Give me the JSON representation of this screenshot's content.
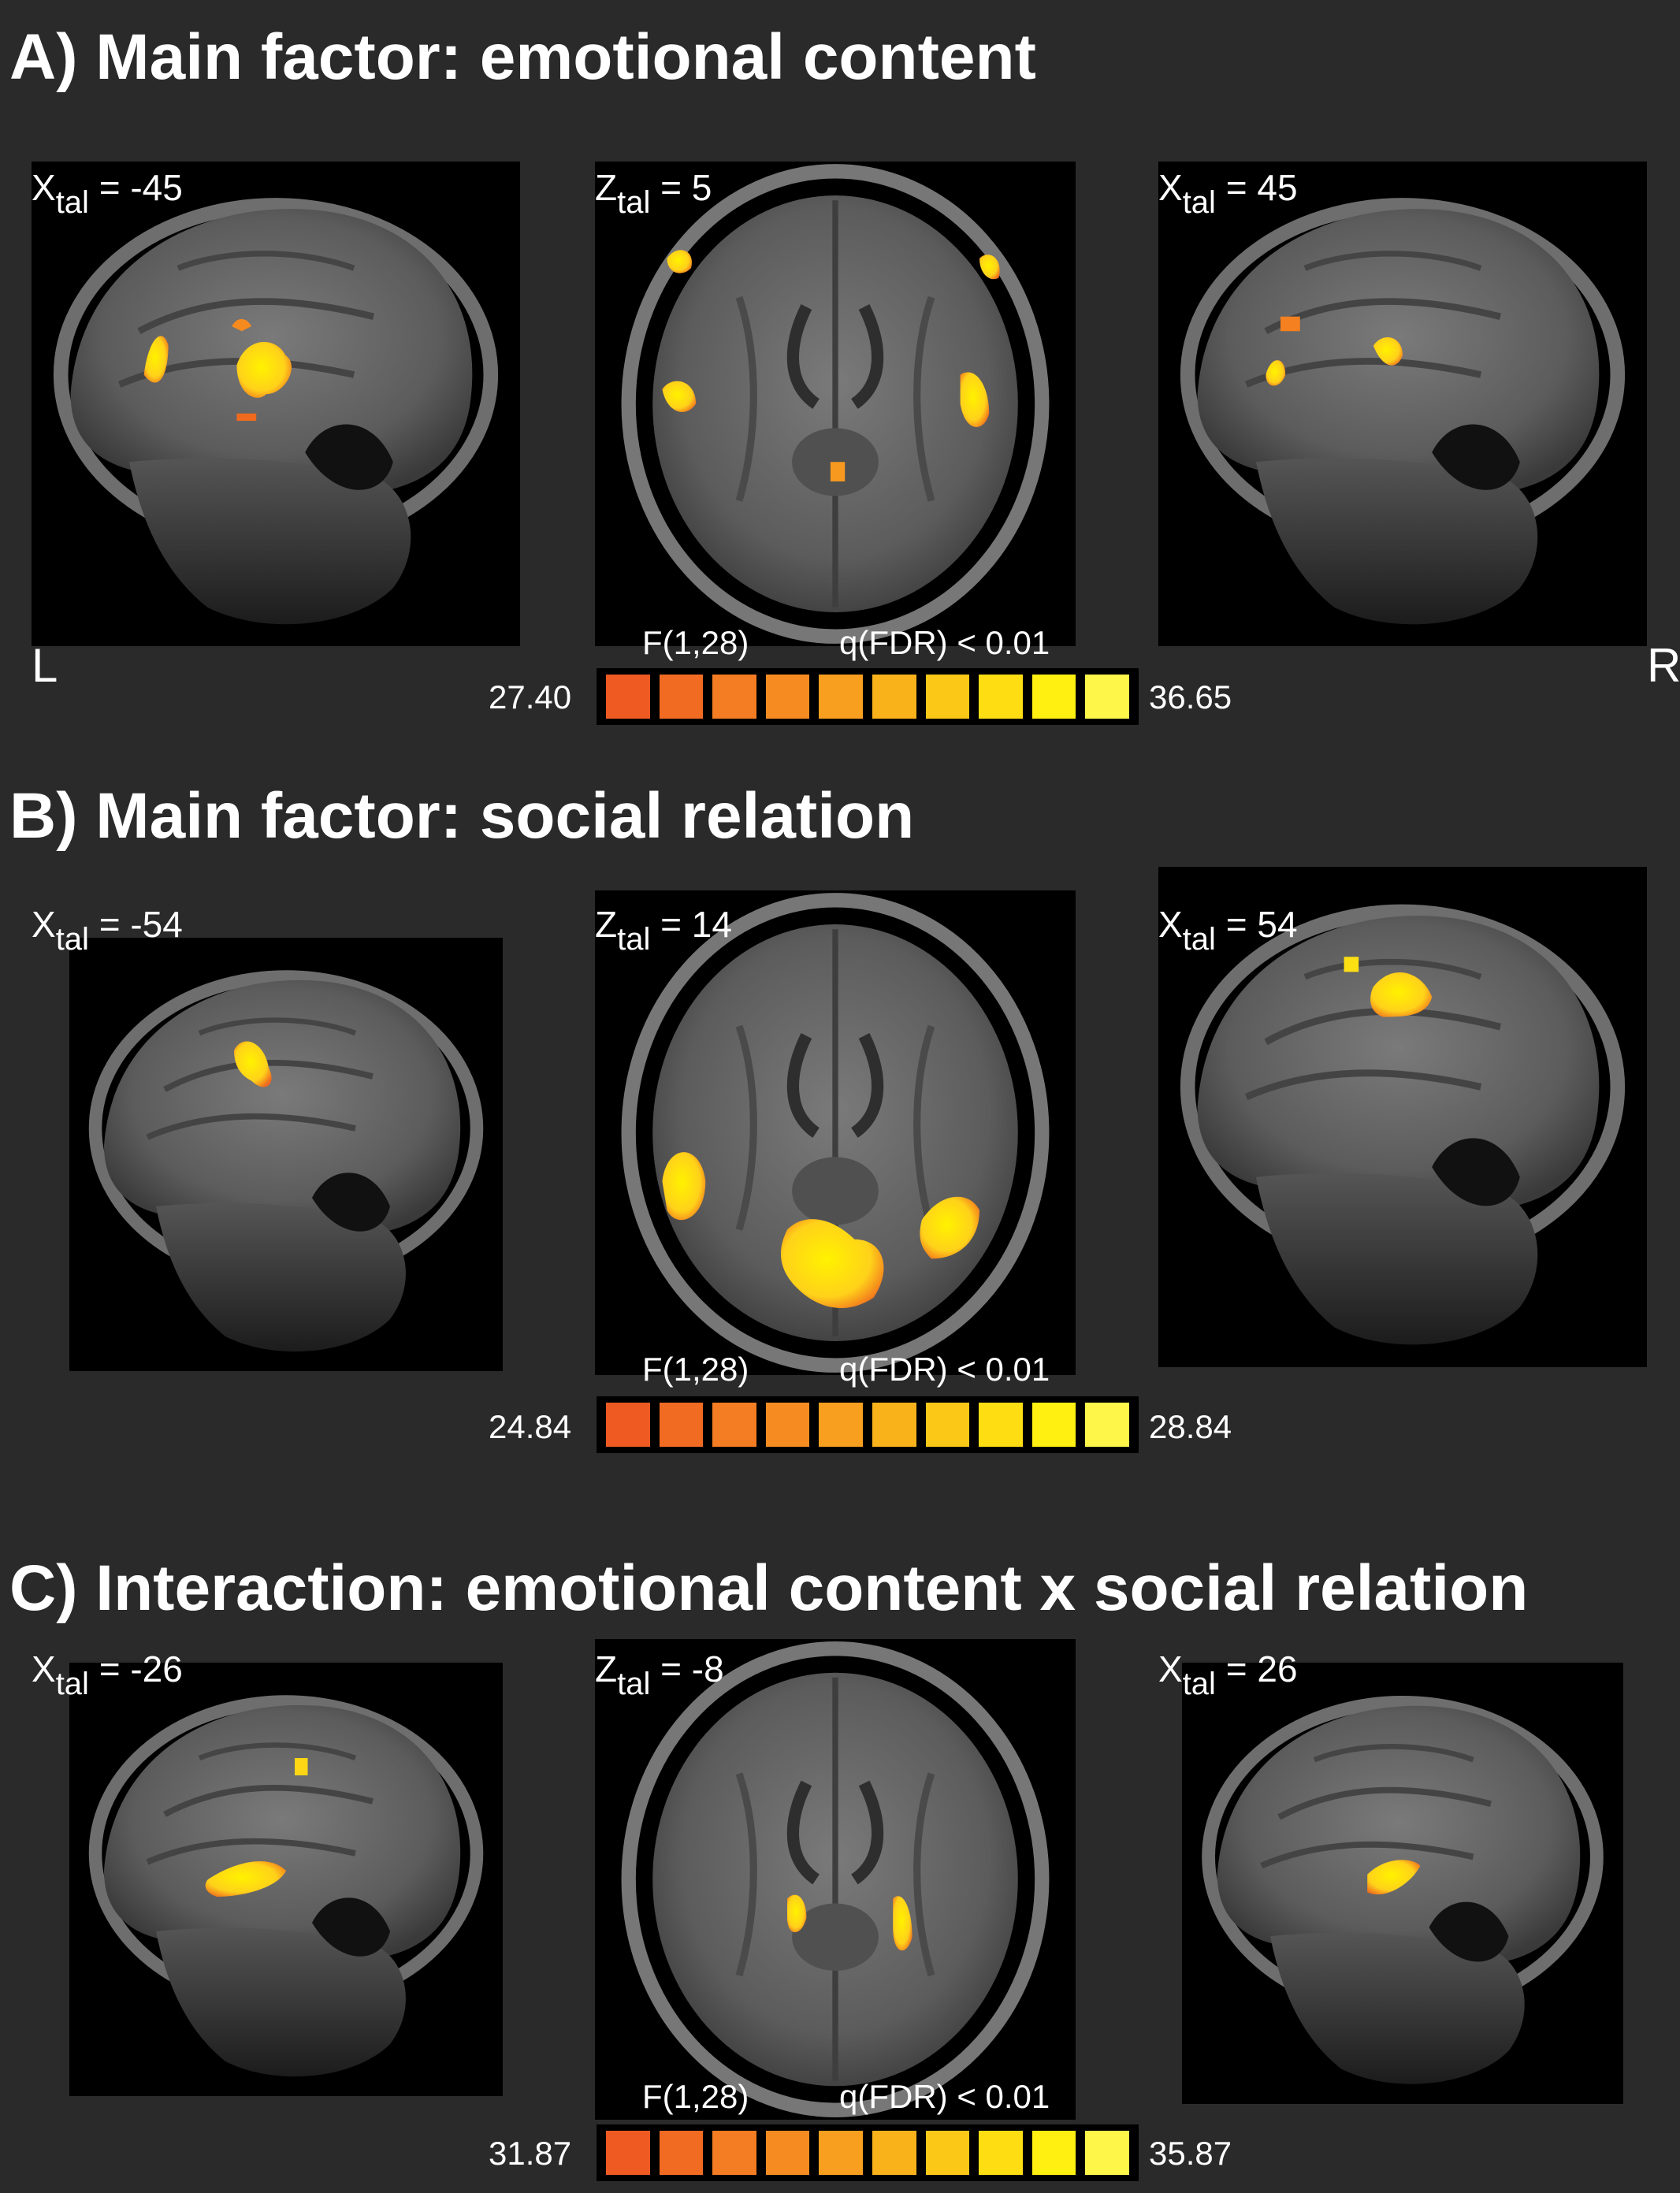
{
  "panels": [
    {
      "title": "A) Main factor: emotional content",
      "slices": [
        {
          "axis": "X",
          "sub": "tal",
          "value": "= -45"
        },
        {
          "axis": "Z",
          "sub": "tal",
          "value": "= 5"
        },
        {
          "axis": "X",
          "sub": "tal",
          "value": "= 45"
        }
      ],
      "colorbar": {
        "stat": "F(1,28)",
        "threshold": "q(FDR) < 0.01",
        "min": "27.40",
        "max": "36.65"
      }
    },
    {
      "title": "B) Main factor: social relation",
      "slices": [
        {
          "axis": "X",
          "sub": "tal",
          "value": "= -54"
        },
        {
          "axis": "Z",
          "sub": "tal",
          "value": "= 14"
        },
        {
          "axis": "X",
          "sub": "tal",
          "value": "= 54"
        }
      ],
      "colorbar": {
        "stat": "F(1,28)",
        "threshold": "q(FDR) < 0.01",
        "min": "24.84",
        "max": "28.84"
      }
    },
    {
      "title": "C) Interaction: emotional content x social relation",
      "slices": [
        {
          "axis": "X",
          "sub": "tal",
          "value": "= -26"
        },
        {
          "axis": "Z",
          "sub": "tal",
          "value": "= -8"
        },
        {
          "axis": "X",
          "sub": "tal",
          "value": "= 26"
        }
      ],
      "colorbar": {
        "stat": "F(1,28)",
        "threshold": "q(FDR) < 0.01",
        "min": "31.87",
        "max": "35.87"
      }
    }
  ],
  "orientation": {
    "left": "L",
    "right": "R"
  },
  "colorbar_colors": [
    "#ef5a22",
    "#f26b23",
    "#f47c22",
    "#f68c21",
    "#f89f1f",
    "#fab21b",
    "#fcc817",
    "#fede13",
    "#fff012",
    "#fff64a"
  ]
}
